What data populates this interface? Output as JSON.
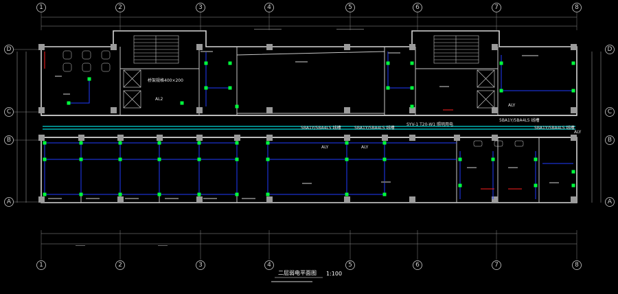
{
  "drawing": {
    "title": "二层弱电平面图",
    "scale": "1:100"
  },
  "axes": {
    "columns": [
      "1",
      "2",
      "3",
      "4",
      "5",
      "6",
      "7",
      "8"
    ],
    "rows": [
      "D",
      "C",
      "B",
      "A"
    ]
  },
  "annotations": {
    "tray": "桥架规格400×200",
    "cable_top": "SYV-1 T20-W1 照明用电",
    "cable_1": "5BA1Y/5BA4L5 线槽",
    "cable_2": "5BA1Y/5BA4L5 线槽",
    "cable_3": "5BA1Y/5BA4L5 线槽",
    "cable_4": "5BA1Y/5BA4L5 线槽",
    "box_1": "ALY",
    "box_2": "ALY",
    "box_3": "ALY",
    "box_4": "ALY",
    "box_5": "AL2"
  },
  "colors": {
    "background": "#000000",
    "walls": "#d8d8d8",
    "blue_lines": "#1f3cff",
    "devices": "#00ff3c",
    "cyan": "#00d8d8",
    "red": "#ff2020"
  }
}
